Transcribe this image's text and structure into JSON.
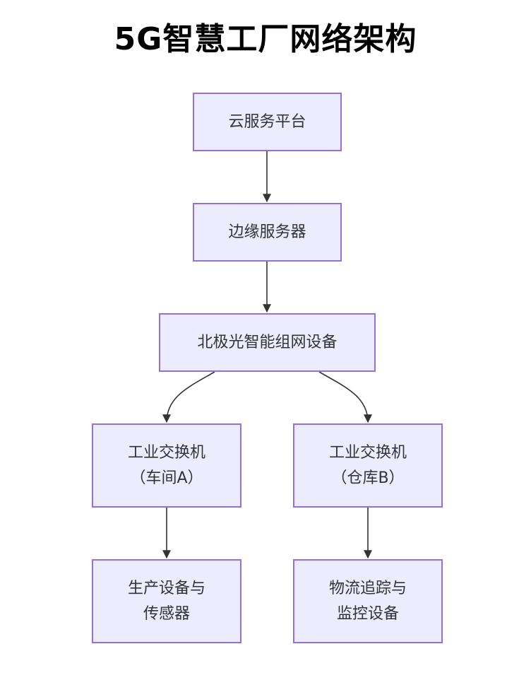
{
  "title": "5G智慧工厂网络架构",
  "nodes": {
    "cloud": {
      "lines": [
        "云服务平台"
      ]
    },
    "edge": {
      "lines": [
        "边缘服务器"
      ]
    },
    "aurora": {
      "lines": [
        "北极光智能组网设备"
      ]
    },
    "switch_a": {
      "lines": [
        "工业交换机",
        "（车间A）"
      ]
    },
    "switch_b": {
      "lines": [
        "工业交换机",
        "（仓库B）"
      ]
    },
    "production": {
      "lines": [
        "生产设备与",
        "传感器"
      ]
    },
    "logistics": {
      "lines": [
        "物流追踪与",
        "监控设备"
      ]
    }
  },
  "edges": [
    {
      "from": "cloud",
      "to": "edge"
    },
    {
      "from": "edge",
      "to": "aurora"
    },
    {
      "from": "aurora",
      "to": "switch_a"
    },
    {
      "from": "aurora",
      "to": "switch_b"
    },
    {
      "from": "switch_a",
      "to": "production"
    },
    {
      "from": "switch_b",
      "to": "logistics"
    }
  ],
  "colors": {
    "node_fill": "#ececff",
    "node_border": "#9370db",
    "edge": "#333333",
    "text": "#333333"
  }
}
